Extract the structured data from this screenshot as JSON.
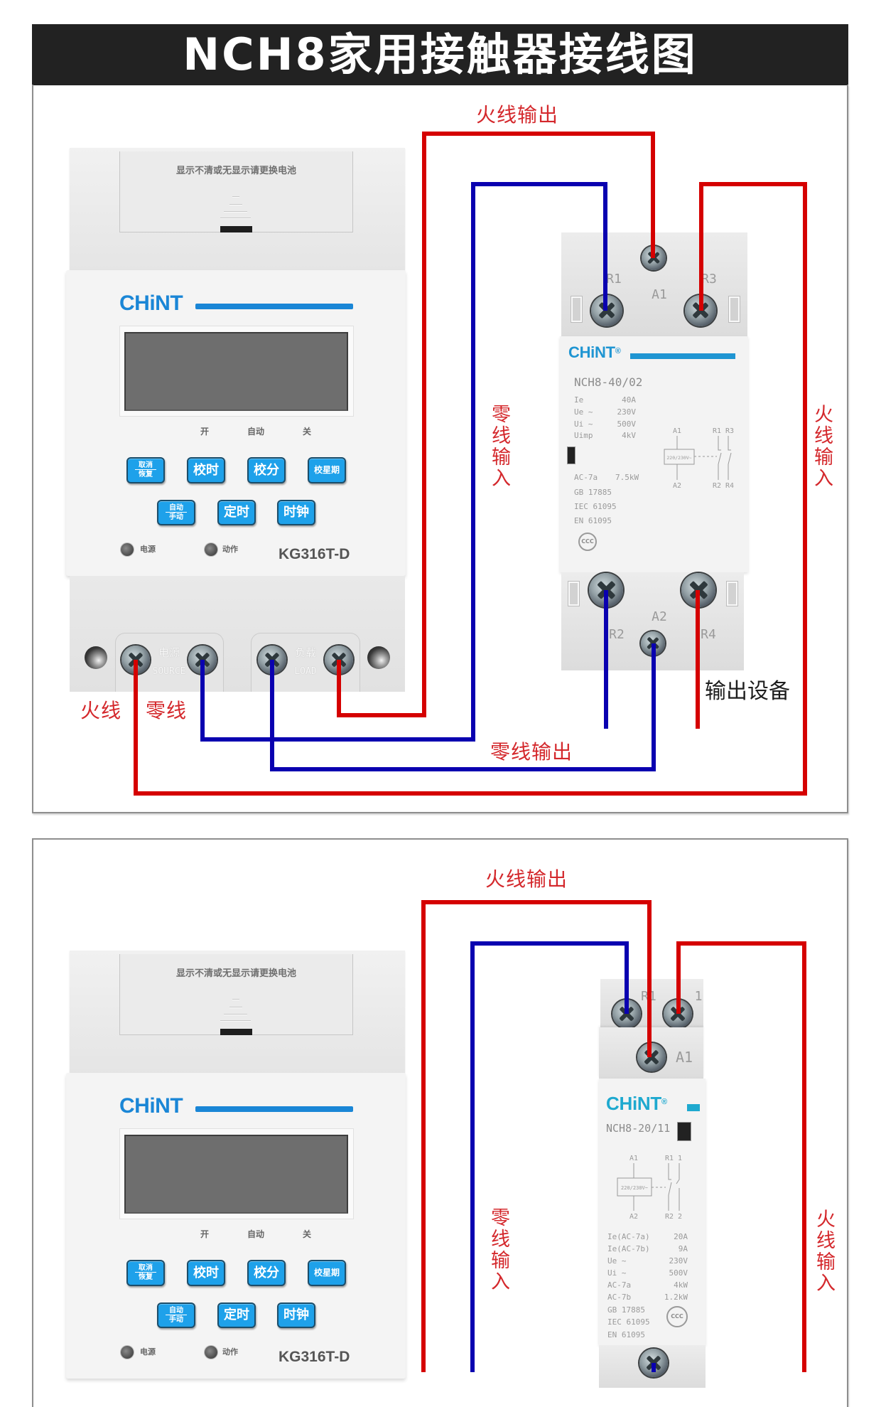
{
  "title": "NCH8家用接触器接线图",
  "colors": {
    "live_wire": "#d50000",
    "neutral_wire": "#0a00b0",
    "label_red": "#d4282c",
    "title_bar": "#222222",
    "brand_blue": "#1a86d6",
    "button_blue": "#1ea1ea"
  },
  "panel1": {
    "labels": {
      "live_output": "火线输出",
      "neutral_input": "零线输入",
      "live_input": "火线输入",
      "neutral_output": "零线输出",
      "live_source": "火线",
      "neutral_source": "零线",
      "output_device": "输出设备"
    },
    "timer": {
      "battery_notice": "显示不清或无显示请更换电池",
      "brand": "CHiNT",
      "mode_labels": {
        "on": "开",
        "auto": "自动",
        "off": "关"
      },
      "buttons": {
        "cancel_restore": {
          "line1": "取消",
          "line2": "恢复"
        },
        "set_hour": "校时",
        "set_minute": "校分",
        "set_weekday": "校星期",
        "auto_manual": {
          "line1": "自动",
          "line2": "手动"
        },
        "timer": "定时",
        "clock": "时钟"
      },
      "indicators": {
        "power": "电源",
        "action": "动作"
      },
      "model": "KG316T-D",
      "terminals": {
        "source_cn": "电源",
        "source_en": "SOURCE",
        "load_cn": "负载",
        "load_en": "LOAD"
      }
    },
    "contactor": {
      "brand": "CHiNT",
      "registered": "®",
      "model": "NCH8-40/02",
      "terminals": {
        "a1": "A1",
        "a2": "A2",
        "r1": "R1",
        "r2": "R2",
        "r3": "R3",
        "r4": "R4"
      },
      "specs": [
        {
          "name": "Ie",
          "value": "40A"
        },
        {
          "name": "Ue ~",
          "value": "230V"
        },
        {
          "name": "Ui ~",
          "value": "500V"
        },
        {
          "name": "Uimp",
          "value": "4kV"
        }
      ],
      "rating": {
        "name": "AC-7a",
        "value": "7.5kW"
      },
      "standards": [
        "GB 17885",
        "IEC 61095",
        "EN 61095"
      ],
      "cert_mark": "CCC",
      "diagram": {
        "coil": "220/230V~",
        "top_left": "A1",
        "top_right": "R1 R3",
        "bottom_left": "A2",
        "bottom_right": "R2 R4"
      }
    }
  },
  "panel2": {
    "labels": {
      "live_output": "火线输出",
      "neutral_input": "零线输入",
      "live_input": "火线输入"
    },
    "timer": {
      "battery_notice": "显示不清或无显示请更换电池",
      "brand": "CHiNT",
      "mode_labels": {
        "on": "开",
        "auto": "自动",
        "off": "关"
      },
      "buttons": {
        "cancel_restore": {
          "line1": "取消",
          "line2": "恢复"
        },
        "set_hour": "校时",
        "set_minute": "校分",
        "set_weekday": "校星期",
        "auto_manual": {
          "line1": "自动",
          "line2": "手动"
        },
        "timer": "定时",
        "clock": "时钟"
      },
      "indicators": {
        "power": "电源",
        "action": "动作"
      },
      "model": "KG316T-D"
    },
    "contactor": {
      "brand": "CHiNT",
      "registered": "®",
      "model": "NCH8-20/11",
      "terminals": {
        "r1": "R1",
        "t1": "1",
        "a1": "A1"
      },
      "diagram": {
        "coil": "220/230V~",
        "top_left": "A1",
        "top_right": "R1 1",
        "bottom_left": "A2",
        "bottom_right": "R2 2"
      },
      "specs": [
        {
          "name": "Ie(AC-7a)",
          "value": "20A"
        },
        {
          "name": "Ie(AC-7b)",
          "value": "9A"
        },
        {
          "name": "Ue ~",
          "value": "230V"
        },
        {
          "name": "Ui ~",
          "value": "500V"
        },
        {
          "name": "AC-7a",
          "value": "4kW"
        },
        {
          "name": "AC-7b",
          "value": "1.2kW"
        }
      ],
      "standards": [
        "GB 17885",
        "IEC 61095",
        "EN 61095"
      ],
      "cert_mark": "CCC"
    }
  }
}
